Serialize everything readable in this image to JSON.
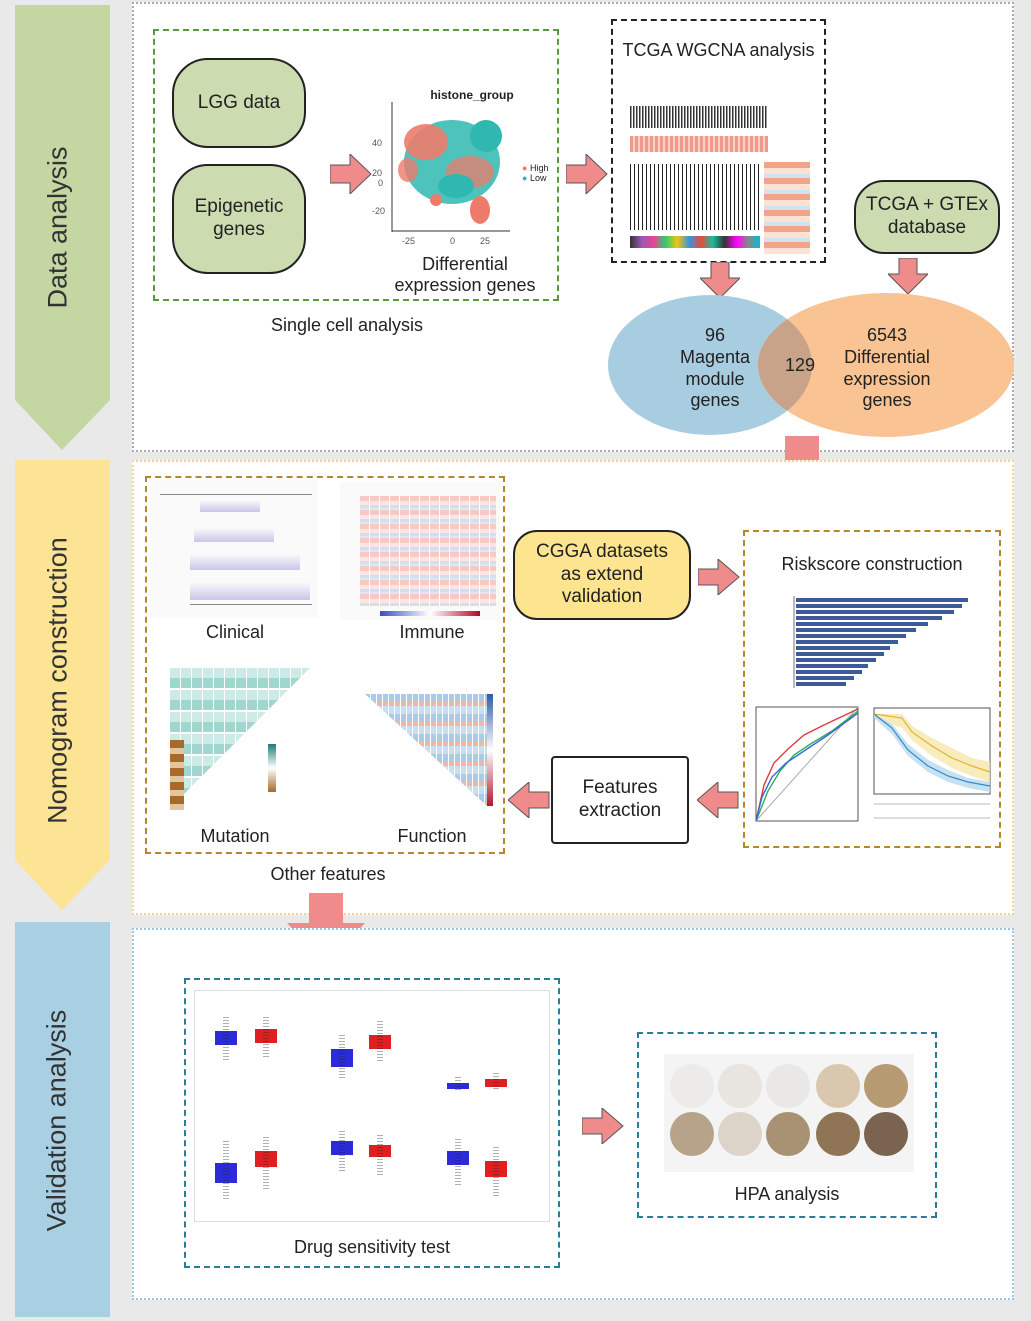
{
  "stages": {
    "data_analysis": "Data analysis",
    "nomogram": "Nomogram construction",
    "validation": "Validation analysis"
  },
  "colors": {
    "stage1": "#c4d6a2",
    "stage2": "#fde394",
    "stage3": "#a9d0e2",
    "green_box": "#cddbb1",
    "yellow_box": "#fde48f",
    "arrow": "#f08b8b",
    "venn_left": "#a8cde0",
    "venn_right": "#f9c394",
    "venn_overlap": "#c9a28a"
  },
  "single_cell": {
    "lgg": "LGG data",
    "epigenetic": "Epigenetic genes",
    "umap_title": "histone_group",
    "legend_high": "High",
    "legend_low": "Low",
    "y_ticks": [
      "40",
      "20",
      "0",
      "-20"
    ],
    "x_ticks": [
      "-25",
      "0",
      "25"
    ],
    "diff_label": "Differential expression genes",
    "caption": "Single cell analysis"
  },
  "wgcna": {
    "title": "TCGA WGCNA analysis"
  },
  "gtex": {
    "label": "TCGA + GTEx database"
  },
  "venn": {
    "left_count": "96",
    "left_label": "Magenta module genes",
    "overlap": "129",
    "right_count": "6543",
    "right_label": "Differential expression genes"
  },
  "nomogram": {
    "clinical": "Clinical",
    "immune": "Immune",
    "mutation": "Mutation",
    "function": "Function",
    "other_features": "Other features",
    "cgga": "CGGA datasets as extend validation",
    "riskscore": "Riskscore construction",
    "features": "Features extraction"
  },
  "validation": {
    "drug_caption": "Drug sensitivity test",
    "hpa_caption": "HPA analysis"
  }
}
